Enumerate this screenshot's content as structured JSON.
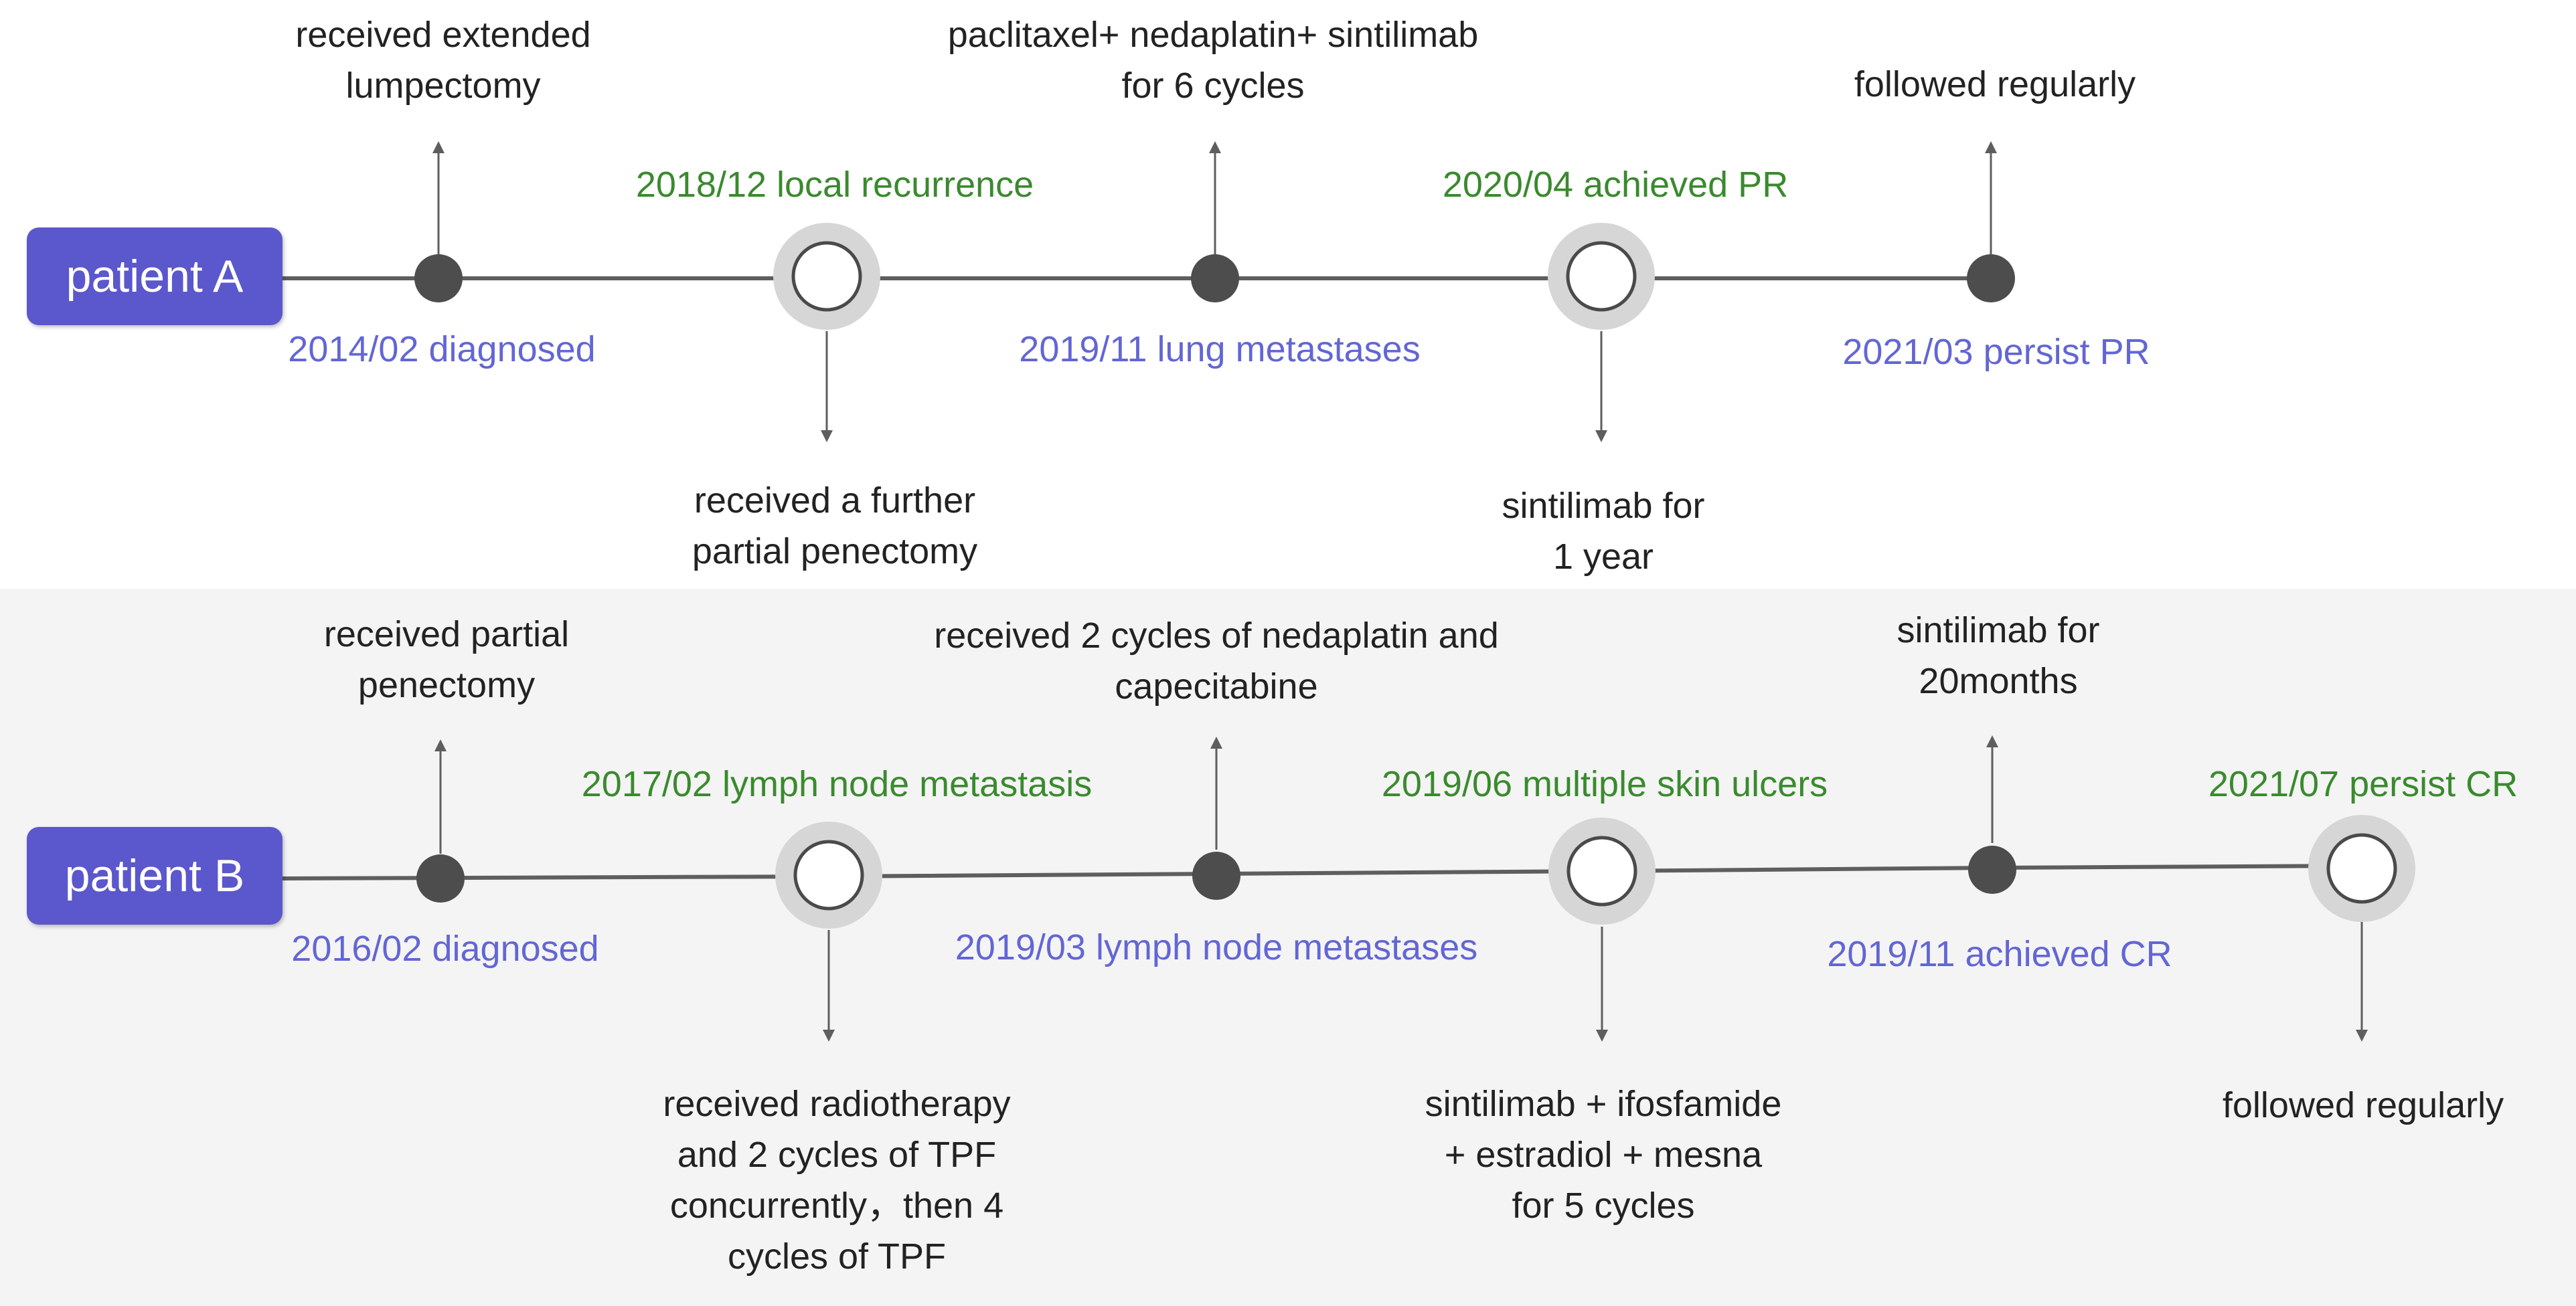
{
  "patient_a": {
    "label": "patient A",
    "events": [
      {
        "date_text": "2014/02 diagnosed",
        "treatment": [
          "received extended",
          "lumpectomy"
        ]
      },
      {
        "date_text": "2018/12 local recurrence",
        "treatment": [
          "received a further",
          "partial penectomy"
        ]
      },
      {
        "date_text": "2019/11 lung metastases",
        "treatment": [
          "paclitaxel+ nedaplatin+ sintilimab",
          "for 6 cycles"
        ]
      },
      {
        "date_text": "2020/04 achieved PR",
        "treatment": [
          "sintilimab for",
          "1 year"
        ]
      },
      {
        "date_text": "2021/03 persist PR",
        "treatment": [
          "followed regularly"
        ]
      }
    ]
  },
  "patient_b": {
    "label": "patient B",
    "events": [
      {
        "date_text": "2016/02 diagnosed",
        "treatment": [
          "received partial",
          "penectomy"
        ]
      },
      {
        "date_text": "2017/02 lymph node metastasis",
        "treatment": [
          "received radiotherapy",
          "and 2 cycles of TPF",
          "concurrently，then 4",
          "cycles of TPF"
        ]
      },
      {
        "date_text": "2019/03  lymph node metastases",
        "treatment": [
          "received 2 cycles of nedaplatin and",
          "capecitabine"
        ]
      },
      {
        "date_text": "2019/06 multiple skin ulcers",
        "treatment": [
          "sintilimab + ifosfamide",
          "+ estradiol + mesna",
          "for 5 cycles"
        ]
      },
      {
        "date_text": "2019/11 achieved CR",
        "treatment": [
          "sintilimab for",
          "20months"
        ]
      },
      {
        "date_text": "2021/07 persist CR",
        "treatment": [
          "followed regularly"
        ]
      }
    ]
  },
  "colors": {
    "pill": "#5b57cc",
    "line": "#5e5e5e",
    "dot": "#4d4d4d",
    "ring": "#d6d6d6",
    "progression_text": "#3a8a2e",
    "status_text": "#6366d4",
    "treatment_text": "#222222",
    "panel_b_background": "#f4f4f4"
  }
}
